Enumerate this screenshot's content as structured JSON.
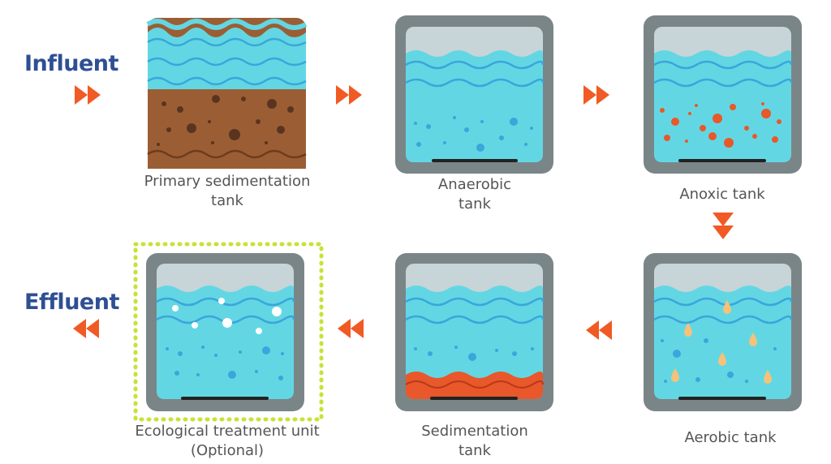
{
  "flow": {
    "influent": "Influent",
    "effluent": "Effluent"
  },
  "tanks": [
    {
      "line1": "Primary sedimentation",
      "line2": "tank"
    },
    {
      "line1": "Anaerobic",
      "line2": "tank"
    },
    {
      "line1": "Anoxic tank",
      "line2": ""
    },
    {
      "line1": "Aerobic tank",
      "line2": ""
    },
    {
      "line1": "Sedimentation",
      "line2": "tank"
    },
    {
      "line1": "Ecological treatment unit",
      "line2": "(Optional)"
    }
  ],
  "colors": {
    "water": "#62d7e3",
    "wave": "#3aa6dc",
    "frame": "#7a8588",
    "air": "#c7d4d8",
    "soil": "#9b5e34",
    "sludge": "#e8582a",
    "arrow": "#f15a24",
    "dotted_border": "#c8e235",
    "title": "#2f4f93"
  },
  "icons": [
    "double-arrow-right-icon",
    "double-arrow-down-icon",
    "double-arrow-left-icon"
  ]
}
